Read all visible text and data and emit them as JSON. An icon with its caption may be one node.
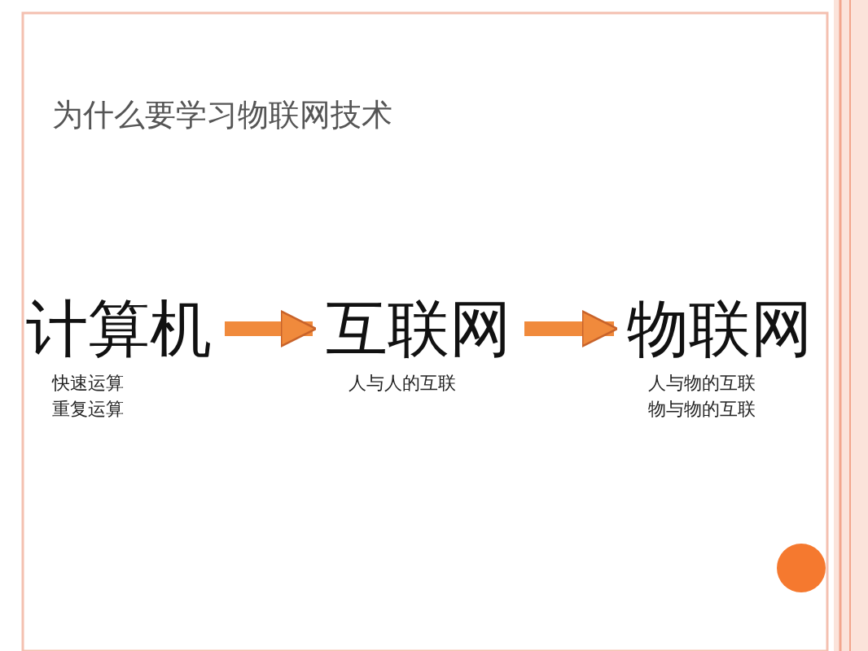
{
  "diagram": {
    "title": "为什么要学习物联网技术",
    "nodes": [
      {
        "text": [
          "计算机"
        ],
        "beside": [
          "快速运算",
          "重复运算"
        ]
      },
      {
        "text": [
          "互联网"
        ],
        "beside": [
          "人与人的互联"
        ]
      },
      {
        "text": [
          "物联网"
        ],
        "beside": [
          "人与物的互联",
          "物与物的互联"
        ]
      }
    ],
    "edges": [
      {
        "from": 0,
        "to": 1,
        "arrow": "to"
      },
      {
        "from": 1,
        "to": 2,
        "arrow": "to"
      }
    ]
  }
}
